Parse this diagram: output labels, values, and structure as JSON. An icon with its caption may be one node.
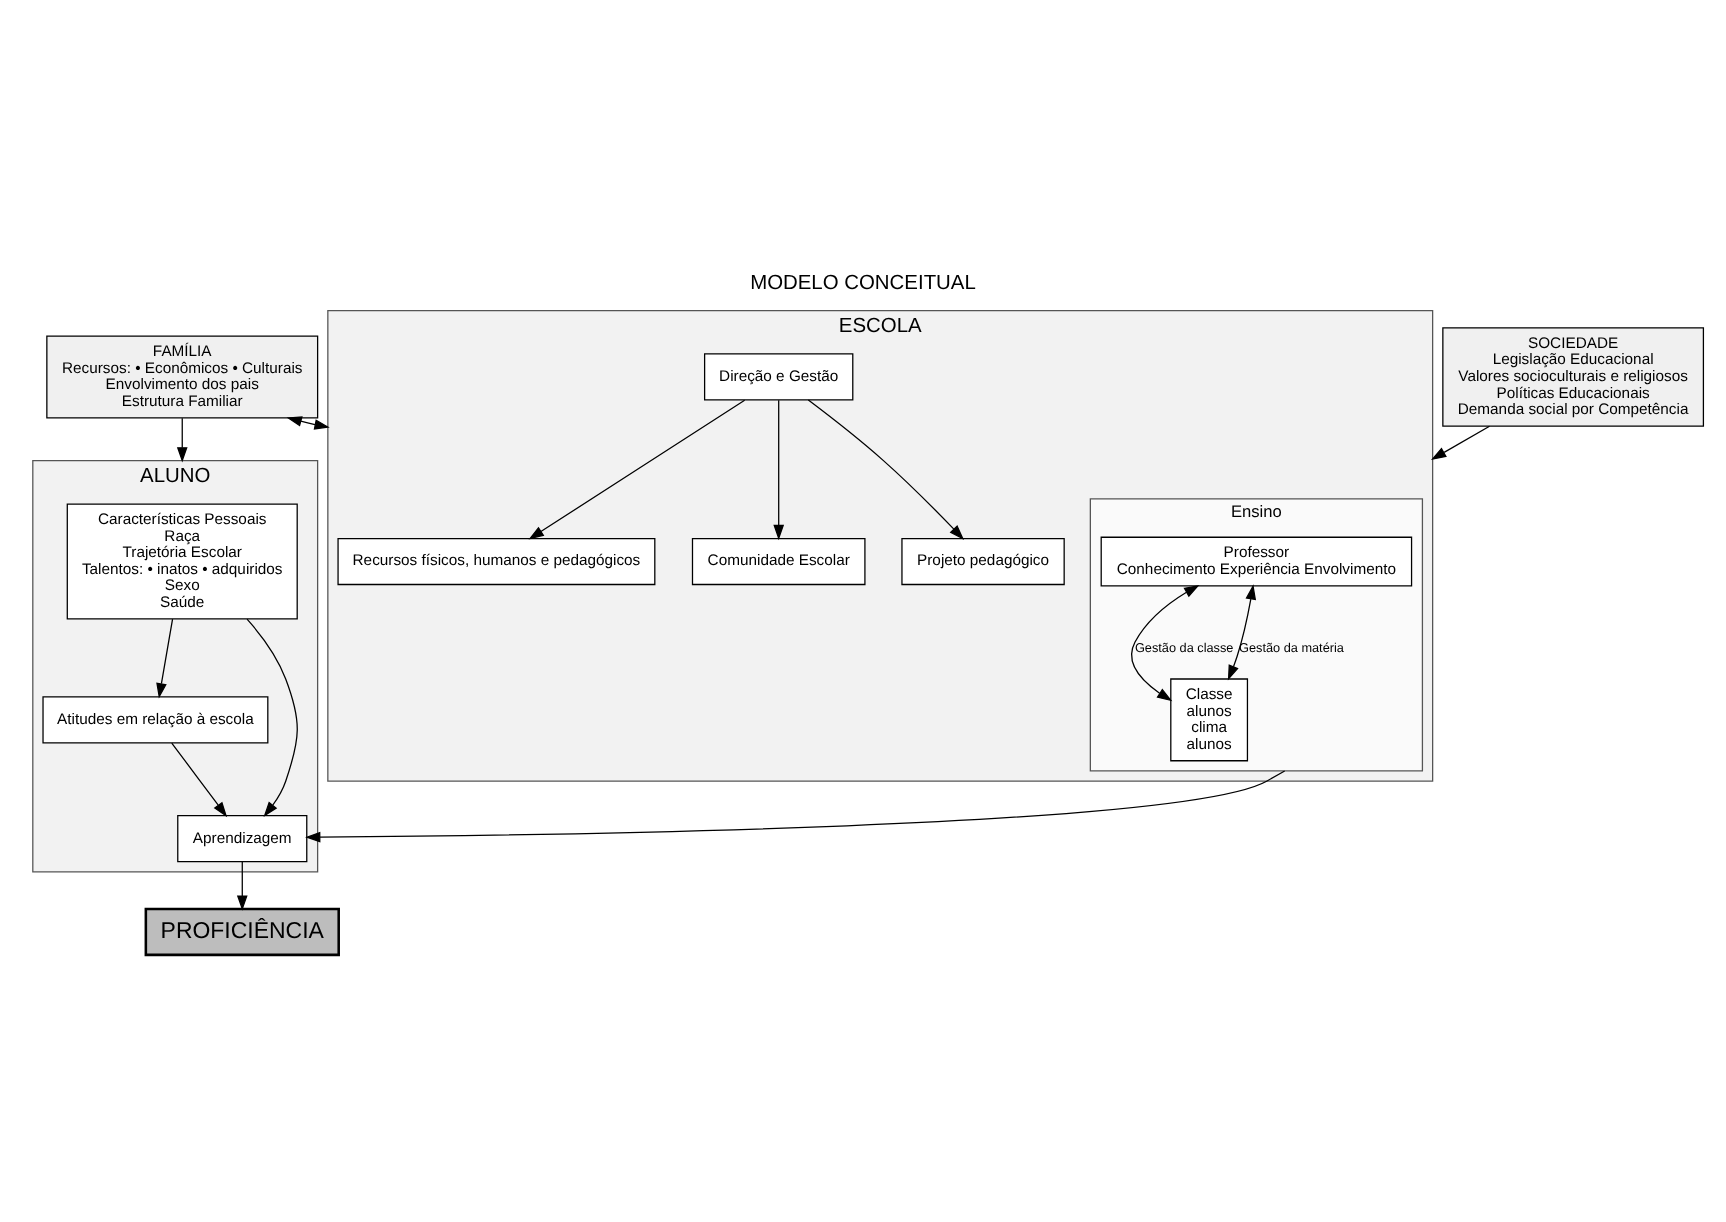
{
  "diagram": {
    "title": "MODELO CONCEITUAL",
    "nodes": [
      {
        "text": [
          "FAMÍLIA",
          "Recursos: • Econômicos • Culturais",
          "Envolvimento dos pais",
          "Estrutura Familiar"
        ]
      },
      {
        "text": [
          "ALUNO"
        ]
      },
      {
        "text": [
          "Características Pessoais",
          "Raça",
          "Trajetória Escolar",
          "Talentos: • inatos • adquiridos",
          "Sexo",
          "Saúde"
        ],
        "in": 1
      },
      {
        "text": [
          "Atitudes em relação à escola"
        ],
        "in": 1
      },
      {
        "text": [
          "Aprendizagem"
        ],
        "in": 1
      },
      {
        "text": [
          "PROFICIÊNCIA"
        ]
      },
      {
        "text": [
          "ESCOLA"
        ]
      },
      {
        "text": [
          "Ensino"
        ],
        "in": 6
      },
      {
        "text": [
          "Professor",
          "Conhecimento Experiência Envolvimento"
        ],
        "in": 7
      },
      {
        "text": [
          "Classe",
          "alunos",
          "clima",
          "alunos"
        ],
        "in": 7
      },
      {
        "text": [
          "Recursos físicos, humanos e pedagógicos"
        ],
        "in": 6
      },
      {
        "text": [
          "Comunidade Escolar"
        ],
        "in": 6
      },
      {
        "text": [
          "Projeto pedagógico"
        ],
        "in": 6
      },
      {
        "text": [
          "Direção e Gestão"
        ],
        "in": 6
      },
      {
        "text": [
          "SOCIEDADE",
          "Legislação Educacional",
          "Valores socioculturais e religiosos",
          "Políticas Educacionais",
          "Demanda social por Competência"
        ]
      }
    ],
    "edges": [
      {
        "from": 0,
        "to": 1,
        "arrow": "to"
      },
      {
        "from": 2,
        "to": 3,
        "arrow": "to"
      },
      {
        "from": 2,
        "to": 4,
        "arrow": "to"
      },
      {
        "from": 3,
        "to": 4,
        "arrow": "to"
      },
      {
        "from": 4,
        "to": 5,
        "arrow": "to"
      },
      {
        "from": 0,
        "to": 6,
        "arrow": "both"
      },
      {
        "from": 7,
        "to": 4,
        "arrow": "to"
      },
      {
        "from": 8,
        "to": 9,
        "arrow": "both",
        "label": "Gestão da classe"
      },
      {
        "from": 8,
        "to": 9,
        "arrow": "both",
        "label": "Gestão da matéria"
      },
      {
        "from": 14,
        "to": 6,
        "arrow": "to"
      },
      {
        "from": 13,
        "to": 10,
        "arrow": "to"
      },
      {
        "from": 13,
        "to": 11,
        "arrow": "to"
      },
      {
        "from": 13,
        "to": 12,
        "arrow": "to"
      }
    ]
  }
}
